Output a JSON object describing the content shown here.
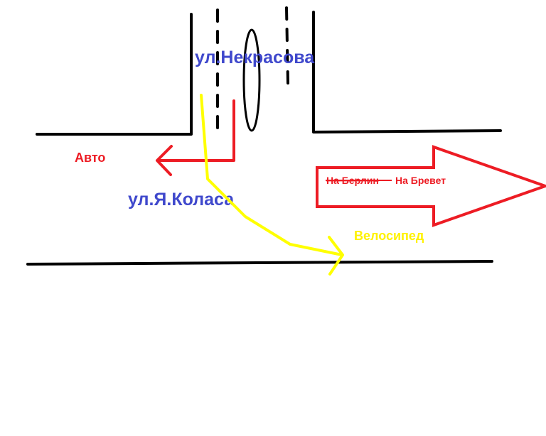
{
  "labels": {
    "street_north": "ул.Некрасова",
    "street_main": "ул.Я.Коласа",
    "car": "Авто",
    "bicycle": "Велосипед",
    "destination_old": "На Берлин",
    "destination_new": "На Бревет"
  },
  "colors": {
    "road": "#000000",
    "street_label": "#3f48cc",
    "car": "#ed1c24",
    "bicycle": "#ffff00",
    "bicycle_label": "#fff200",
    "big_arrow": "#ed1c24",
    "destination_text": "#ed1c24"
  }
}
